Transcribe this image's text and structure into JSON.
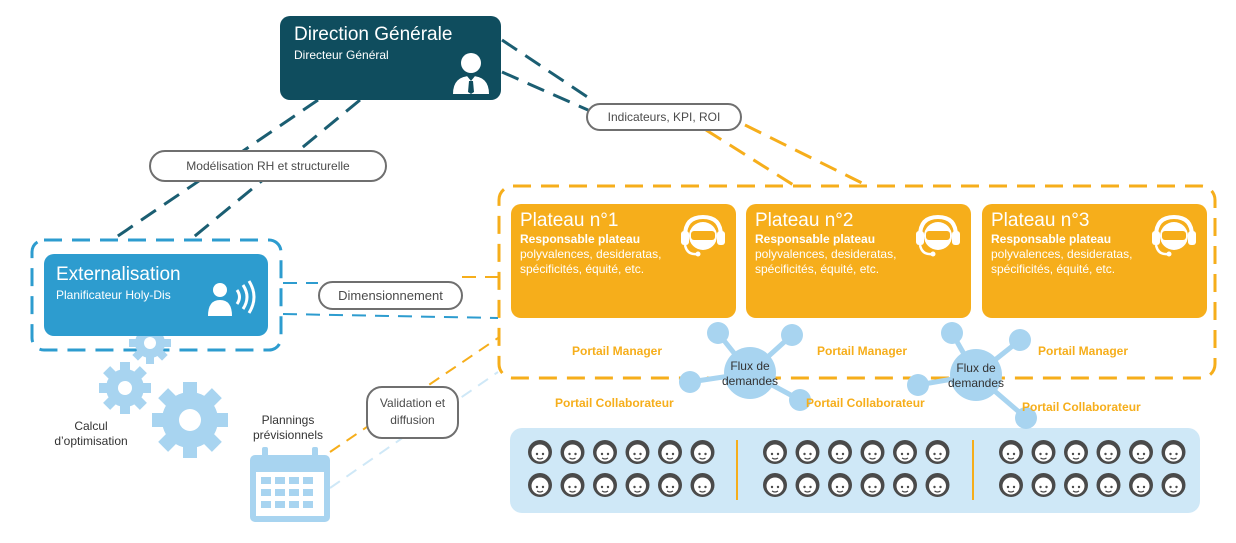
{
  "direction": {
    "title": "Direction Générale",
    "subtitle": "Directeur Général"
  },
  "externalisation": {
    "title": "Externalisation",
    "subtitle": "Planificateur Holy-Dis"
  },
  "plateaux": [
    {
      "title": "Plateau n°1",
      "role": "Responsable plateau",
      "details": "polyvalences, desideratas, spécificités, équité, etc."
    },
    {
      "title": "Plateau n°2",
      "role": "Responsable plateau",
      "details": "polyvalences, desideratas, spécificités, équité, etc."
    },
    {
      "title": "Plateau n°3",
      "role": "Responsable plateau",
      "details": "polyvalences, desideratas, spécificités, équité, etc."
    }
  ],
  "connectors": {
    "indicateurs": "Indicateurs, KPI, ROI",
    "modelisation": "Modélisation RH et structurelle",
    "dimensionnement": "Dimensionnement",
    "validation": "Validation et diffusion"
  },
  "portals": {
    "manager": "Portail Manager",
    "collaborateur": "Portail Collaborateur"
  },
  "flux": "Flux de demandes",
  "calcul": "Calcul d’optimisation",
  "plannings": "Plannings prévisionnels",
  "icons": {
    "director": "businessman-icon",
    "planner": "speaker-person-icon",
    "manager": "headset-person-icon",
    "agent": "agent-icon",
    "gears": "gears-icon",
    "calendar": "calendar-icon"
  },
  "colors": {
    "navy": "#0f4d5e",
    "blue": "#2d9ccf",
    "orange": "#f6ae1b",
    "lightblue": "#cfe8f7",
    "flux": "#a8d4f0"
  }
}
